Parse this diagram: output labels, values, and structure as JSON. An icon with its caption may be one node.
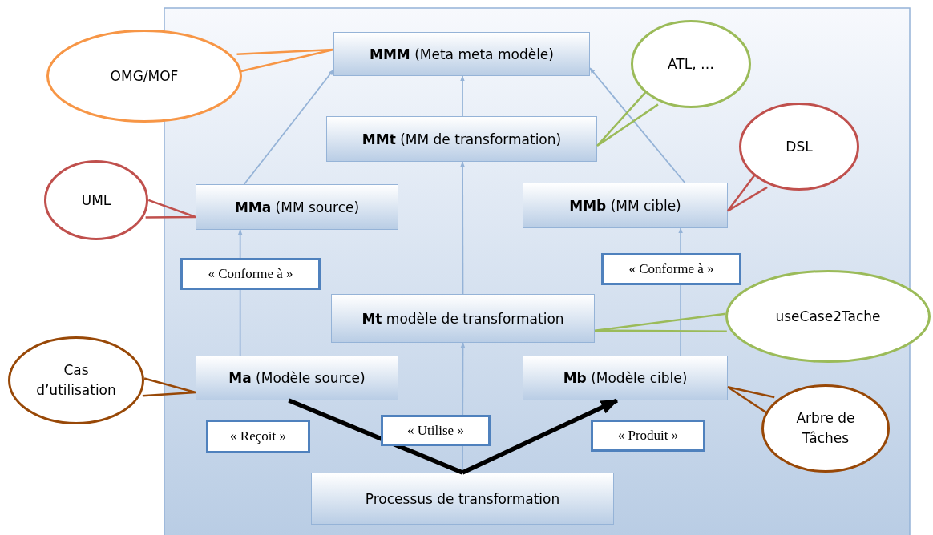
{
  "diagram": {
    "nodes": [
      {
        "text": [
          "**MMM** (Meta meta modèle)"
        ]
      },
      {
        "text": [
          "OMG/MOF"
        ]
      },
      {
        "text": [
          "ATL, …"
        ]
      },
      {
        "text": [
          "**MMt** (MM de transformation)"
        ]
      },
      {
        "text": [
          "DSL"
        ]
      },
      {
        "text": [
          "UML"
        ]
      },
      {
        "text": [
          "**MMa** (MM source)"
        ]
      },
      {
        "text": [
          "**MMb** (MM cible)"
        ]
      },
      {
        "text": [
          "useCase2Tache"
        ]
      },
      {
        "text": [
          "**Mt** modèle de transformation"
        ]
      },
      {
        "text": [
          "Cas d’utilisation"
        ]
      },
      {
        "text": [
          "**Ma** (Modèle source)"
        ]
      },
      {
        "text": [
          "**Mb** (Modèle cible)"
        ]
      },
      {
        "text": [
          "Arbre de Tâches"
        ]
      },
      {
        "text": [
          "Processus de transformation"
        ]
      }
    ],
    "edges": [
      {
        "from": 6,
        "to": 0,
        "arrow": "to"
      },
      {
        "from": 7,
        "to": 0,
        "arrow": "to"
      },
      {
        "from": 3,
        "to": 0,
        "arrow": "to"
      },
      {
        "from": 9,
        "to": 3,
        "arrow": "to"
      },
      {
        "from": 11,
        "to": 6,
        "arrow": "to",
        "label": "« Conforme à »"
      },
      {
        "from": 12,
        "to": 7,
        "arrow": "to",
        "label": "« Conforme à »"
      },
      {
        "from": 14,
        "to": 9,
        "arrow": "to",
        "label": "« Utilise »"
      },
      {
        "from": 11,
        "to": 14,
        "arrow": "none",
        "label": "« Reçoit »",
        "style": "thick",
        "color": "#000000"
      },
      {
        "from": 14,
        "to": 12,
        "arrow": "to",
        "label": "« Produit »",
        "style": "thick",
        "color": "#000000"
      },
      {
        "from": 1,
        "to": 0,
        "arrow": "none",
        "color": "#f79646"
      },
      {
        "from": 2,
        "to": 3,
        "arrow": "none",
        "color": "#9bbb59"
      },
      {
        "from": 4,
        "to": 7,
        "arrow": "none",
        "color": "#c0504d"
      },
      {
        "from": 5,
        "to": 6,
        "arrow": "none",
        "color": "#c0504d"
      },
      {
        "from": 8,
        "to": 9,
        "arrow": "none",
        "color": "#9bbb59"
      },
      {
        "from": 10,
        "to": 11,
        "arrow": "none",
        "color": "#984807"
      },
      {
        "from": 13,
        "to": 12,
        "arrow": "none",
        "color": "#984807"
      }
    ]
  }
}
